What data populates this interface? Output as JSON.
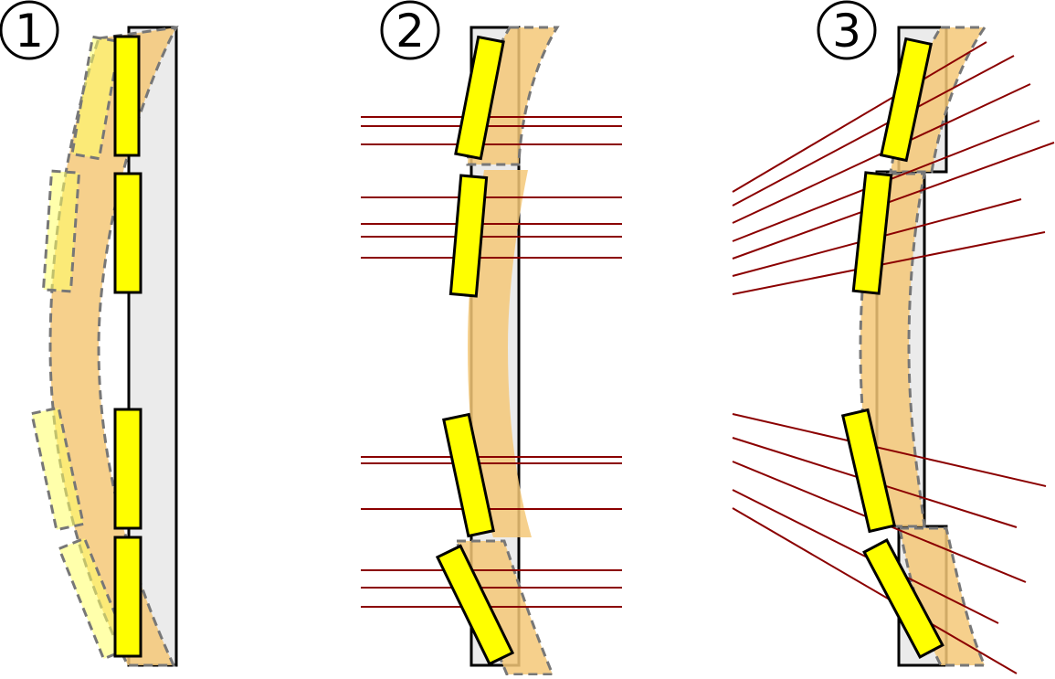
{
  "panels": [
    {
      "id": "panel-1",
      "label": "1"
    },
    {
      "id": "panel-2",
      "label": "2"
    },
    {
      "id": "panel-3",
      "label": "3"
    }
  ],
  "colors": {
    "background": "#ffffff",
    "panel_fill": "#ebebeb",
    "panel_stroke": "#000000",
    "band_fill": "#f5c878",
    "element_fill": "#ffff00",
    "element_ghost_fill": "#ffff66",
    "dashed_stroke": "#777777",
    "ray_stroke": "#8b0000"
  },
  "icons": {
    "panel_number": "circled-number",
    "element": "yellow-rectangle",
    "band": "curved-orange-band",
    "ray": "dark-red-line"
  }
}
